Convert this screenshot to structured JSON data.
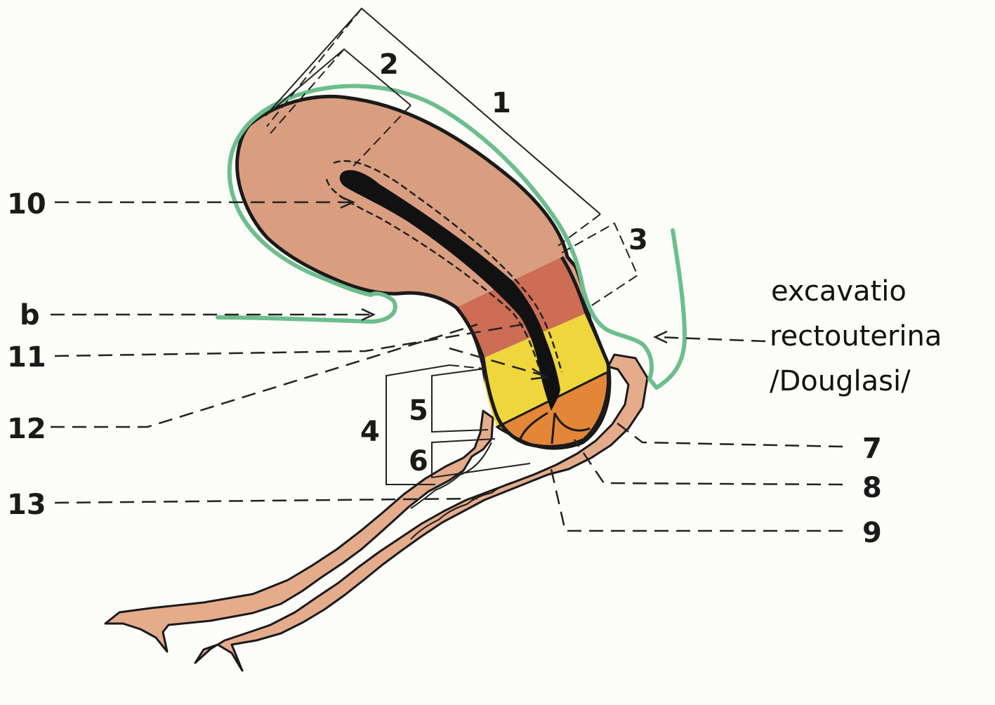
{
  "labels": {
    "n1": "1",
    "n2": "2",
    "n3": "3",
    "n4": "4",
    "n5": "5",
    "n6": "6",
    "n7": "7",
    "n8": "8",
    "n9": "9",
    "n10": "10",
    "b": "b",
    "n11": "11",
    "n12": "12",
    "n13": "13"
  },
  "term_lines": [
    "excavatio",
    "rectouterina",
    "/Douglasi/"
  ],
  "colors": {
    "uterus_body": "#d99e80",
    "isthmus": "#cd6d55",
    "cervix_upper": "#eed63c",
    "cervix_lower": "#e48637",
    "vagina": "#e5ac8c",
    "peritoneum": "#6cbe8c",
    "cavity": "#111111",
    "background": "#fcfcf8"
  }
}
